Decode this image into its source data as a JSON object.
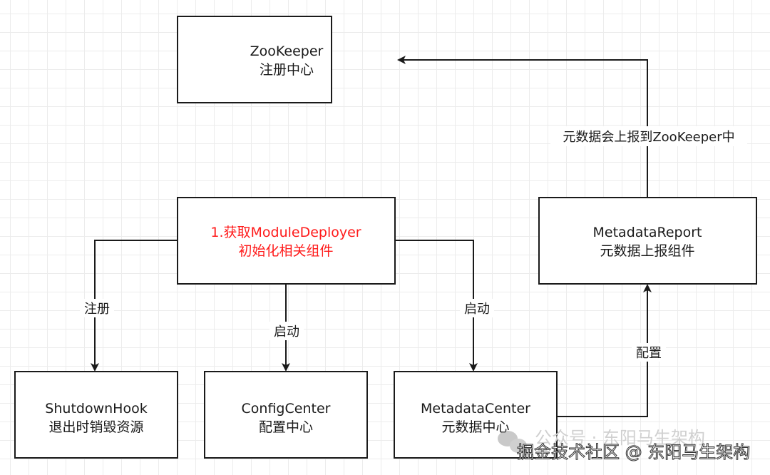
{
  "nodes": {
    "zookeeper": {
      "line1": "ZooKeeper",
      "line2": "注册中心"
    },
    "module_deployer": {
      "line1": "1.获取ModuleDeployer",
      "line2": "初始化相关组件"
    },
    "metadata_report": {
      "line1": "MetadataReport",
      "line2": "元数据上报组件"
    },
    "shutdown_hook": {
      "line1": "ShutdownHook",
      "line2": "退出时销毁资源"
    },
    "config_center": {
      "line1": "ConfigCenter",
      "line2": "配置中心"
    },
    "metadata_center": {
      "line1": "MetadataCenter",
      "line2": "元数据中心"
    }
  },
  "edges": {
    "to_shutdown": "注册",
    "to_config": "启动",
    "to_metadata_center": "启动",
    "to_metadata_report": "配置",
    "to_zookeeper": "元数据会上报到ZooKeeper中"
  },
  "watermark": {
    "wechat": "公众号 · 东阳马生架构",
    "juejin": "掘金技术社区 @ 东阳马生架构"
  },
  "colors": {
    "highlight": "#ff1a1a",
    "stroke": "#1a1a1a"
  }
}
